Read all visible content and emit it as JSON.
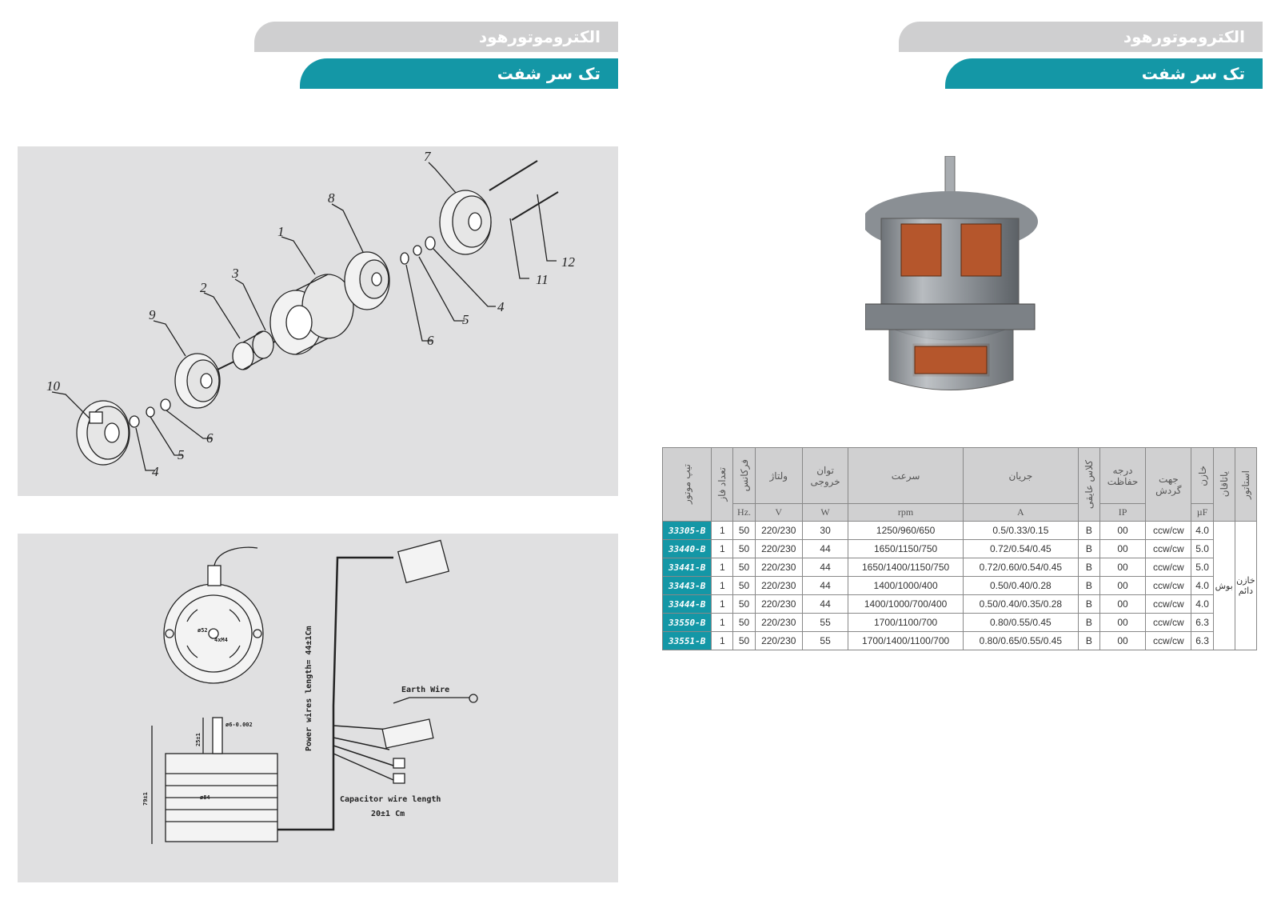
{
  "left_header": {
    "title": "الکتروموتورهود",
    "subtitle": "تک سر شفت"
  },
  "right_header": {
    "title": "الکتروموتورهود",
    "subtitle": "تک سر شفت"
  },
  "exploded_diagram": {
    "callouts": [
      "7",
      "8",
      "1",
      "3",
      "2",
      "9",
      "10",
      "12",
      "11",
      "4",
      "5",
      "6",
      "6",
      "5",
      "4"
    ]
  },
  "wiring_diagram": {
    "power_length": "Power wires length= 44±1Cm",
    "earth_wire": "Earth Wire",
    "capacitor_length_line1": "Capacitor wire length",
    "capacitor_length_line2": "20±1 Cm",
    "dim_phi52": "ø52",
    "dim_m4": "4xM4",
    "dim_phi84": "ø84",
    "dim_25": "25±1",
    "dim_79": "79±1",
    "dim_shaft": "ø6-0.002"
  },
  "table": {
    "headers": {
      "motor_type": "تیپ موتور",
      "phases": "تعداد فاز",
      "frequency": "فرکانس",
      "voltage": "ولتاژ",
      "output_power": "توان خروجی",
      "speed": "سرعت",
      "current": "جریان",
      "insulation": "کلاس عایقی",
      "protection": "درجه حفاظت",
      "rotation": "جهت گردش",
      "capacitor": "خازن",
      "bearing": "یاتاقان",
      "stator": "استاتور"
    },
    "units": {
      "frequency": "Hz.",
      "voltage": "V",
      "output_power": "W",
      "speed": "rpm",
      "current": "A",
      "protection": "IP",
      "capacitor": "µF"
    },
    "rows": [
      {
        "code": "33305-B",
        "phases": "1",
        "freq": "50",
        "volt": "220/230",
        "power": "30",
        "speed": "1250/960/650",
        "current": "0.5/0.33/0.15",
        "ins": "B",
        "ip": "00",
        "rot": "ccw/cw",
        "cap": "4.0"
      },
      {
        "code": "33440-B",
        "phases": "1",
        "freq": "50",
        "volt": "220/230",
        "power": "44",
        "speed": "1650/1150/750",
        "current": "0.72/0.54/0.45",
        "ins": "B",
        "ip": "00",
        "rot": "ccw/cw",
        "cap": "5.0"
      },
      {
        "code": "33441-B",
        "phases": "1",
        "freq": "50",
        "volt": "220/230",
        "power": "44",
        "speed": "1650/1400/1150/750",
        "current": "0.72/0.60/0.54/0.45",
        "ins": "B",
        "ip": "00",
        "rot": "ccw/cw",
        "cap": "5.0"
      },
      {
        "code": "33443-B",
        "phases": "1",
        "freq": "50",
        "volt": "220/230",
        "power": "44",
        "speed": "1400/1000/400",
        "current": "0.50/0.40/0.28",
        "ins": "B",
        "ip": "00",
        "rot": "ccw/cw",
        "cap": "4.0"
      },
      {
        "code": "33444-B",
        "phases": "1",
        "freq": "50",
        "volt": "220/230",
        "power": "44",
        "speed": "1400/1000/700/400",
        "current": "0.50/0.40/0.35/0.28",
        "ins": "B",
        "ip": "00",
        "rot": "ccw/cw",
        "cap": "4.0"
      },
      {
        "code": "33550-B",
        "phases": "1",
        "freq": "50",
        "volt": "220/230",
        "power": "55",
        "speed": "1700/1100/700",
        "current": "0.80/0.55/0.45",
        "ins": "B",
        "ip": "00",
        "rot": "ccw/cw",
        "cap": "6.3"
      },
      {
        "code": "33551-B",
        "phases": "1",
        "freq": "50",
        "volt": "220/230",
        "power": "55",
        "speed": "1700/1400/1100/700",
        "current": "0.80/0.65/0.55/0.45",
        "ins": "B",
        "ip": "00",
        "rot": "ccw/cw",
        "cap": "6.3"
      }
    ],
    "bearing_value": "بوش",
    "stator_value": "خازن دائم"
  },
  "colors": {
    "teal": "#1497a6",
    "grey_header": "#cfcfd0",
    "panel": "#e0e0e1"
  }
}
